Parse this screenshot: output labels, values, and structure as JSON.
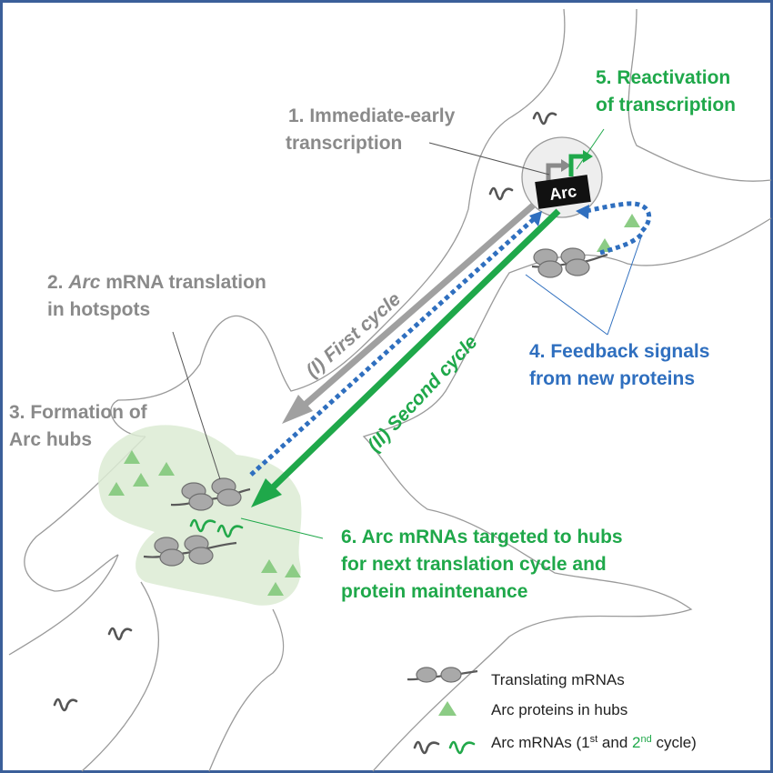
{
  "labels": {
    "step1_line1": "1. Immediate-early",
    "step1_line2": "transcription",
    "step2_prefix": "2. ",
    "step2_italic": "Arc",
    "step2_rest": " mRNA translation",
    "step2_line2": "in hotspots",
    "step3_line1": "3. Formation of",
    "step3_line2": "Arc hubs",
    "step4_line1": "4. Feedback signals",
    "step4_line2": "from new proteins",
    "step5_line1": "5. Reactivation",
    "step5_line2": "of transcription",
    "step6_line1": "6. Arc mRNAs targeted to hubs",
    "step6_line2": "for next translation cycle and",
    "step6_line3": "protein maintenance",
    "gene": "Arc",
    "first_cycle": "(I) First cycle",
    "second_cycle": "(II) Second cycle"
  },
  "legend": {
    "translating": "Translating mRNAs",
    "proteins": "Arc proteins in hubs",
    "mrnas_prefix": "Arc mRNAs (1",
    "st": "st",
    "and": " and ",
    "second_num": "2",
    "nd": "nd",
    "suffix": " cycle)"
  },
  "colors": {
    "gray": "#8a8a8a",
    "green": "#1fa84a",
    "blue": "#2f6fbf",
    "hub": "#dcebd3",
    "border": "#3b5f99"
  }
}
